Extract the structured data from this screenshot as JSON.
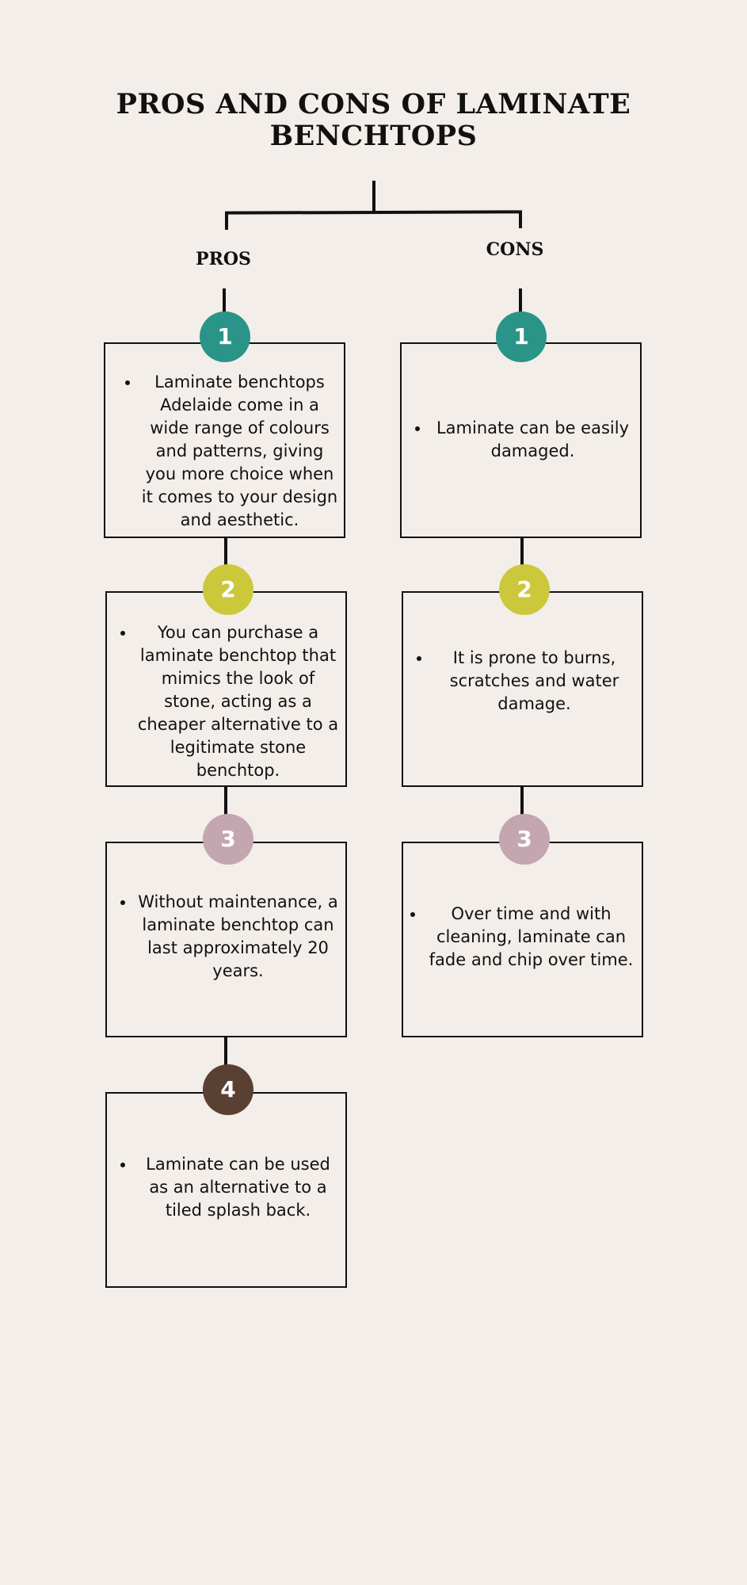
{
  "title": {
    "line1": "PROS AND CONS OF LAMINATE",
    "line2": "BENCHTOPS"
  },
  "pros": {
    "heading": "PROS",
    "items": [
      {
        "number": "1",
        "color": "#2a9489",
        "text": "Laminate benchtops Adelaide come in a wide range of colours and patterns, giving you more choice when it comes to your design and aesthetic."
      },
      {
        "number": "2",
        "color": "#cbc83c",
        "text": "You can purchase a laminate benchtop that mimics the look of stone, acting as a cheaper alternative to a legitimate stone benchtop."
      },
      {
        "number": "3",
        "color": "#c4a6b1",
        "text": "Without maintenance, a laminate benchtop can last approximately 20 years."
      },
      {
        "number": "4",
        "color": "#5a3f33",
        "text": "Laminate can be used as an alternative to a tiled splash back."
      }
    ]
  },
  "cons": {
    "heading": "CONS",
    "items": [
      {
        "number": "1",
        "color": "#2a9489",
        "text": "Laminate can be easily damaged."
      },
      {
        "number": "2",
        "color": "#cbc83c",
        "text": "It is prone to burns, scratches and water damage."
      },
      {
        "number": "3",
        "color": "#c4a6b1",
        "text": "Over time and with cleaning, laminate can fade and chip over time."
      }
    ]
  }
}
